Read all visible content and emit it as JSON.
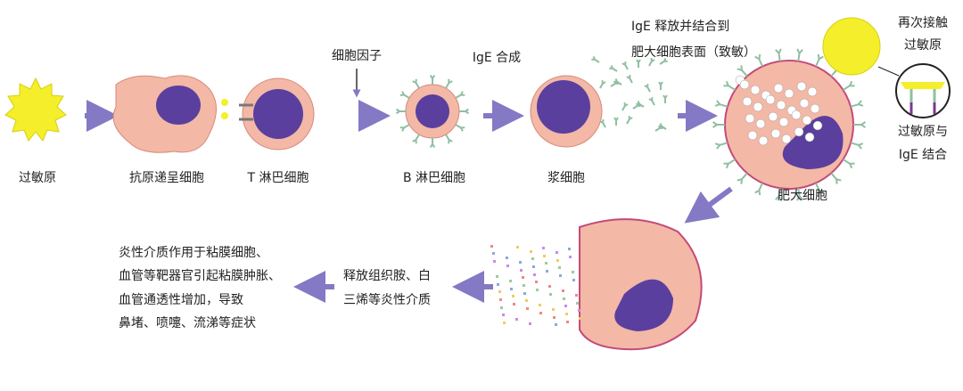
{
  "labels": {
    "allergen": "过敏原",
    "apc": "抗原递呈细胞",
    "t_cell": "T 淋巴细胞",
    "cytokine": "细胞因子",
    "b_cell": "B 淋巴细胞",
    "ige_synthesis": "IgE 合成",
    "plasma_cell": "浆细胞",
    "ige_release_line1": "IgE 释放并结合到",
    "ige_release_line2": "肥大细胞表面（致敏）",
    "re_exposure_line1": "再次接触",
    "re_exposure_line2": "过敏原",
    "binding_line1": "过敏原与",
    "binding_line2": "IgE 结合",
    "mast_cell": "肥大细胞",
    "mediators_line1": "释放组织胺、白",
    "mediators_line2": "三烯等炎性介质",
    "effects": [
      "炎性介质作用于粘膜细胞、",
      "血管等靶器官引起粘膜肿胀、",
      "血管通透性增加，导致",
      "鼻堵、喷嚏、流涕等症状"
    ]
  },
  "colors": {
    "arrow": "#8479c4",
    "cell_pink": "#f3b8a6",
    "nucleus": "#5a3f9e",
    "allergen": "#f5ee2a",
    "ige": "#8fbfa0"
  }
}
